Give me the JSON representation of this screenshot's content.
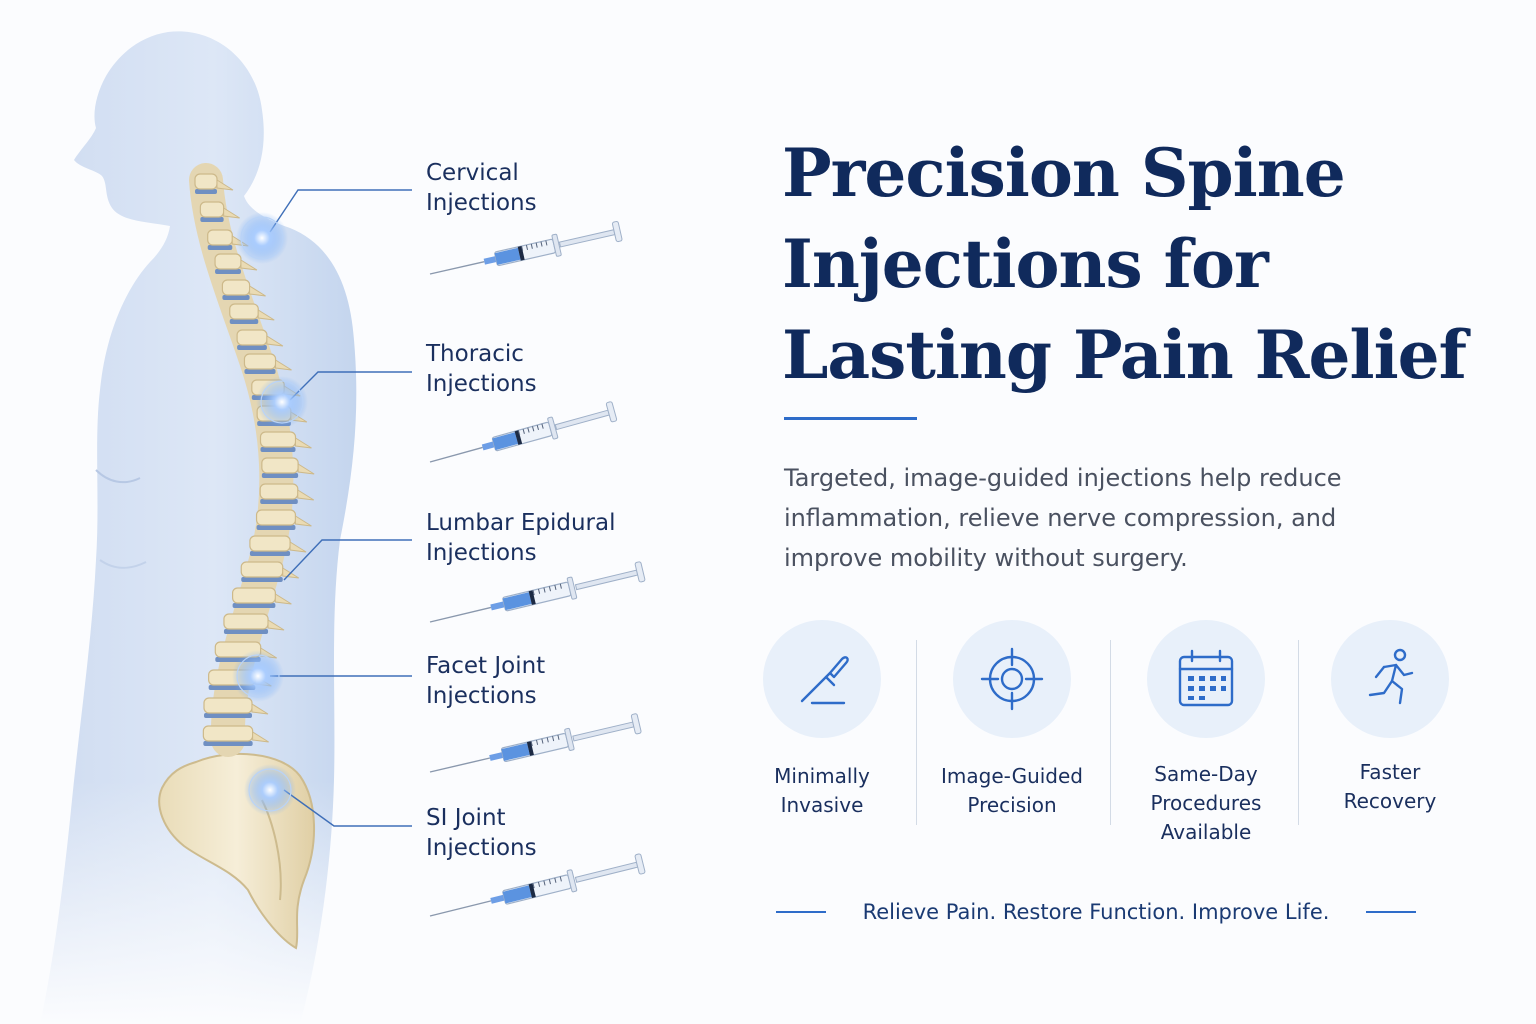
{
  "injections": [
    {
      "line1": "Cervical",
      "line2": "Injections"
    },
    {
      "line1": "Thoracic",
      "line2": "Injections"
    },
    {
      "line1": "Lumbar Epidural",
      "line2": "Injections"
    },
    {
      "line1": "Facet Joint",
      "line2": "Injections"
    },
    {
      "line1": "SI Joint",
      "line2": "Injections"
    }
  ],
  "headline": {
    "line1": "Precision Spine",
    "line2": "Injections for",
    "line3": "Lasting Pain Relief"
  },
  "description": {
    "line1": "Targeted, image-guided injections help reduce",
    "line2": "inflammation, relieve nerve compression, and",
    "line3": "improve mobility without surgery."
  },
  "features": [
    {
      "icon": "scalpel-icon",
      "lines": [
        "Minimally",
        "Invasive"
      ]
    },
    {
      "icon": "crosshair-target-icon",
      "lines": [
        "Image-Guided",
        "Precision"
      ]
    },
    {
      "icon": "calendar-icon",
      "lines": [
        "Same-Day",
        "Procedures",
        "Available"
      ]
    },
    {
      "icon": "running-person-icon",
      "lines": [
        "Faster",
        "Recovery"
      ]
    }
  ],
  "tagline": "Relieve Pain. Restore Function. Improve Life.",
  "colors": {
    "navy": "#102a5c",
    "accent_blue": "#2e6cc9",
    "body_gray": "#4a5160",
    "icon_circle_bg": "#e8f0fa",
    "syringe_fluid": "#5b93e0"
  }
}
